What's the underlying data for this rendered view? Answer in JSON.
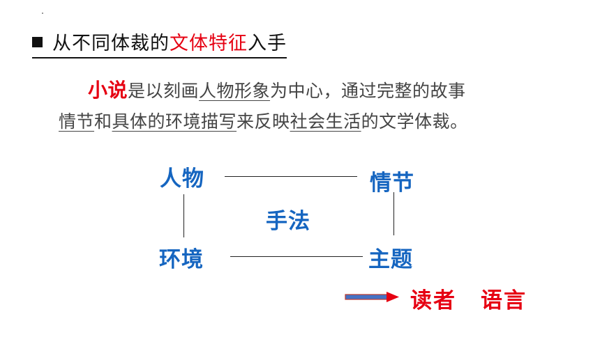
{
  "heading": {
    "prefix": "从不同体裁的",
    "highlight": "文体特征",
    "suffix": "入手"
  },
  "paragraph": {
    "key_term": "小说",
    "t1": "是以刻画",
    "u1": "人物形象",
    "t2": "为中心，通过完整的故事",
    "u2": "情节",
    "t3": "和",
    "u3": "具体的环境描写",
    "t4": "来反映",
    "u4": "社会生活",
    "t5": "的文学体裁。"
  },
  "diagram": {
    "top_left": "人物",
    "top_right": "情节",
    "bottom_left": "环境",
    "bottom_right": "主题",
    "center": "手法"
  },
  "extra": {
    "item1": "读者",
    "item2": "语言"
  },
  "colors": {
    "accent_red": "#e60012",
    "node_blue": "#1565c0",
    "arrow_blue": "#4472c4"
  }
}
